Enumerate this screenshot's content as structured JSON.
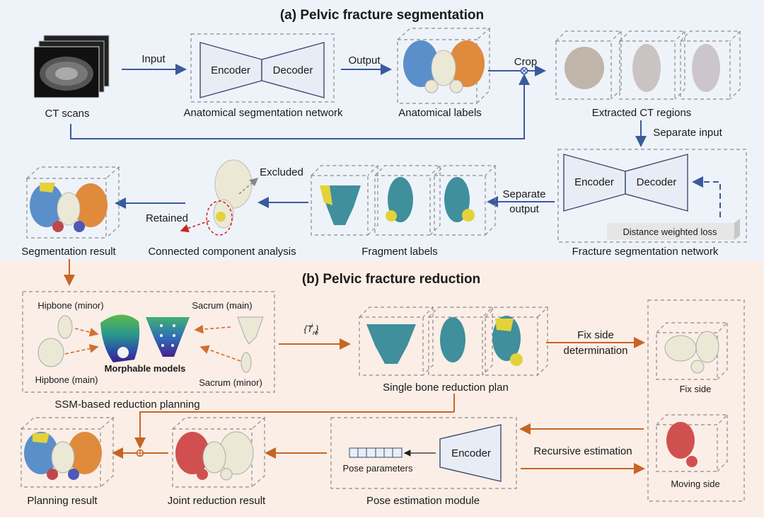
{
  "section_a": {
    "title": "(a) Pelvic fracture segmentation",
    "ct_scans": "CT scans",
    "input": "Input",
    "encoder": "Encoder",
    "decoder": "Decoder",
    "anatomical_network": "Anatomical segmentation network",
    "output": "Output",
    "anatomical_labels": "Anatomical labels",
    "crop": "Crop",
    "extracted_ct_regions": "Extracted CT regions",
    "separate_input": "Separate input",
    "distance_loss": "Distance weighted loss",
    "fracture_network": "Fracture segmentation network",
    "separate_output_1": "Separate",
    "separate_output_2": "output",
    "fragment_labels": "Fragment labels",
    "excluded": "Excluded",
    "retained": "Retained",
    "connected_component": "Connected component analysis",
    "segmentation_result": "Segmentation result"
  },
  "section_b": {
    "title": "(b) Pelvic fracture reduction",
    "hipbone_minor": "Hipbone (minor)",
    "hipbone_main": "Hipbone (main)",
    "sacrum_main": "Sacrum (main)",
    "sacrum_minor": "Sacrum (minor)",
    "morphable_models": "Morphable models",
    "ssm_planning": "SSM-based reduction planning",
    "transform_symbol": "{T",
    "transform_sub": "re",
    "transform_sup": "i",
    "transform_close": "}",
    "single_bone_plan": "Single bone reduction plan",
    "fix_side_det_1": "Fix side",
    "fix_side_det_2": "determination",
    "fix_side": "Fix side",
    "moving_side": "Moving side",
    "recursive_estimation": "Recursive estimation",
    "encoder": "Encoder",
    "pose_parameters": "Pose parameters",
    "pose_module": "Pose estimation module",
    "joint_result": "Joint reduction result",
    "planning_result": "Planning result"
  },
  "colors": {
    "panel_a_bg": "#eef3fa",
    "panel_b_bg": "#fbeee6",
    "arrow_blue": "#3a5a9c",
    "arrow_orange": "#c86424",
    "bone_blue": "#5b8fc9",
    "bone_orange": "#e08a3c",
    "bone_teal": "#3f8f9c",
    "bone_yellow": "#e3d23a",
    "bone_red": "#d05050",
    "bone_ivory": "#ece8d6"
  }
}
